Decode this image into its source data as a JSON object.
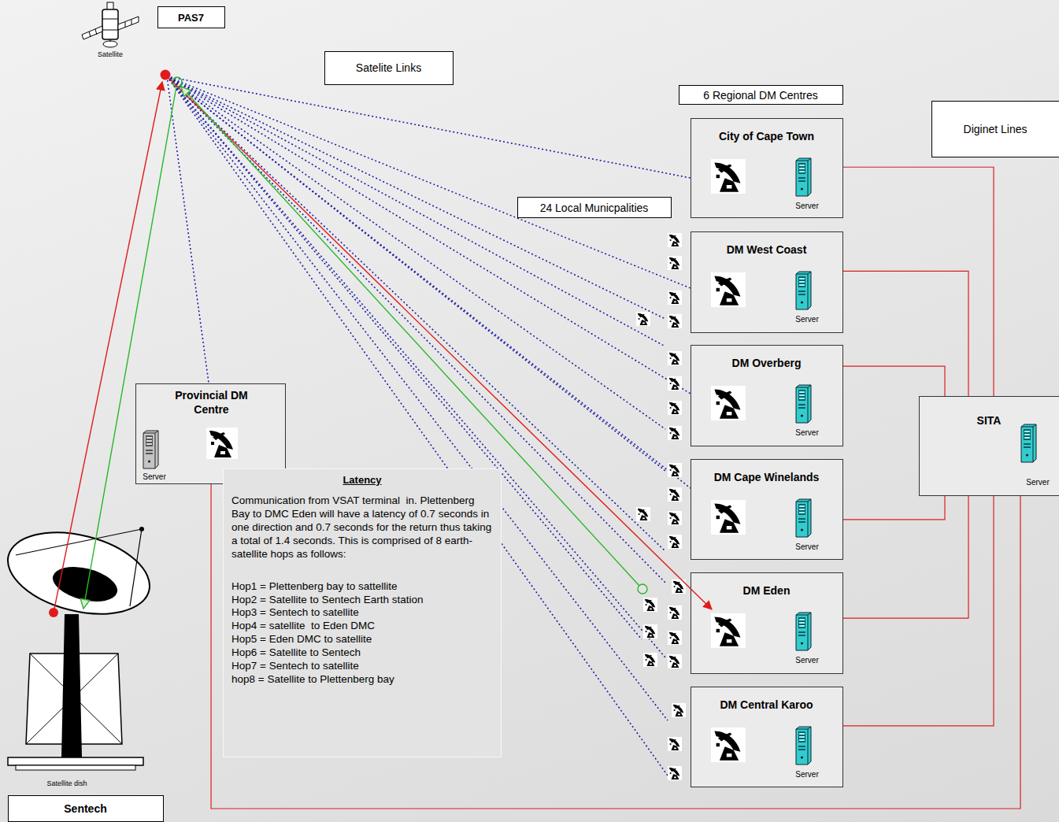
{
  "diagram": {
    "nodes": [
      {
        "text": [
          "PAS7"
        ]
      },
      {
        "text": [
          "Satelite Links"
        ]
      },
      {
        "text": [
          "6 Regional DM Centres"
        ]
      },
      {
        "text": [
          "Diginet Lines"
        ]
      },
      {
        "text": [
          "City of Cape Town",
          "Server"
        ]
      },
      {
        "text": [
          "24 Local Municpalities"
        ]
      },
      {
        "text": [
          "DM West Coast",
          "Server"
        ]
      },
      {
        "text": [
          "DM Overberg",
          "Server"
        ]
      },
      {
        "text": [
          "Provincial DM Centre",
          "Server"
        ]
      },
      {
        "text": [
          "SITA",
          "Server"
        ]
      },
      {
        "text": [
          "DM Cape Winelands",
          "Server"
        ]
      },
      {
        "text": [
          "Latency",
          "Communication from VSAT terminal  in. Plettenberg Bay to DMC Eden will have a latency of 0.7 seconds in one direction and 0.7 seconds for the return thus taking a total of 1.4 seconds. This is comprised of 8 earth-satellite hops as follows:",
          "Hop1 = Plettenberg bay to sattellite",
          "Hop2 = Satellite to Sentech Earth station",
          "Hop3 = Sentech to satellite",
          "Hop4 = satellite  to Eden DMC",
          "Hop5 = Eden DMC to satellite",
          "Hop6 = Satellite to Sentech",
          "Hop7 = Sentech to satellite",
          "hop8 = Satellite to Plettenberg bay"
        ]
      },
      {
        "text": [
          "DM Eden",
          "Server"
        ]
      },
      {
        "text": [
          "DM Central Karoo",
          "Server"
        ]
      },
      {
        "text": [
          "Sentech"
        ]
      }
    ],
    "edges": [
      {
        "from": 4,
        "to": 9,
        "arrow": "none"
      },
      {
        "from": 6,
        "to": 9,
        "arrow": "none"
      },
      {
        "from": 7,
        "to": 9,
        "arrow": "none"
      },
      {
        "from": 10,
        "to": 9,
        "arrow": "none"
      },
      {
        "from": 12,
        "to": 9,
        "arrow": "none"
      },
      {
        "from": 13,
        "to": 9,
        "arrow": "none"
      },
      {
        "from": 8,
        "to": 9,
        "arrow": "none"
      }
    ],
    "labels": [
      "Satellite",
      "Satellite dish"
    ]
  }
}
